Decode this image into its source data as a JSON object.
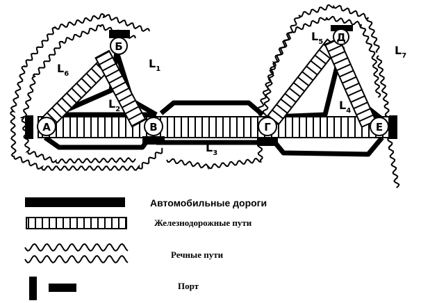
{
  "nodes": [
    {
      "id": "a",
      "label": "А"
    },
    {
      "id": "b",
      "label": "Б"
    },
    {
      "id": "v",
      "label": "В"
    },
    {
      "id": "g",
      "label": "Г"
    },
    {
      "id": "d",
      "label": "Д"
    },
    {
      "id": "e",
      "label": "Е"
    }
  ],
  "edges": [
    {
      "id": "l1",
      "main": "L",
      "sub": "1"
    },
    {
      "id": "l2",
      "main": "L",
      "sub": "2"
    },
    {
      "id": "l3",
      "main": "L",
      "sub": "3"
    },
    {
      "id": "l4",
      "main": "L",
      "sub": "4"
    },
    {
      "id": "l5",
      "main": "L",
      "sub": "5"
    },
    {
      "id": "l6",
      "main": "L",
      "sub": "6"
    },
    {
      "id": "l7",
      "main": "L",
      "sub": "7"
    }
  ],
  "legend": {
    "roads": "Автомобильные дороги",
    "railways": "Железнодорожные пути",
    "rivers": "Речные пути",
    "port": "Порт"
  },
  "colors": {
    "ink": "#000000",
    "paper": "#ffffff"
  }
}
